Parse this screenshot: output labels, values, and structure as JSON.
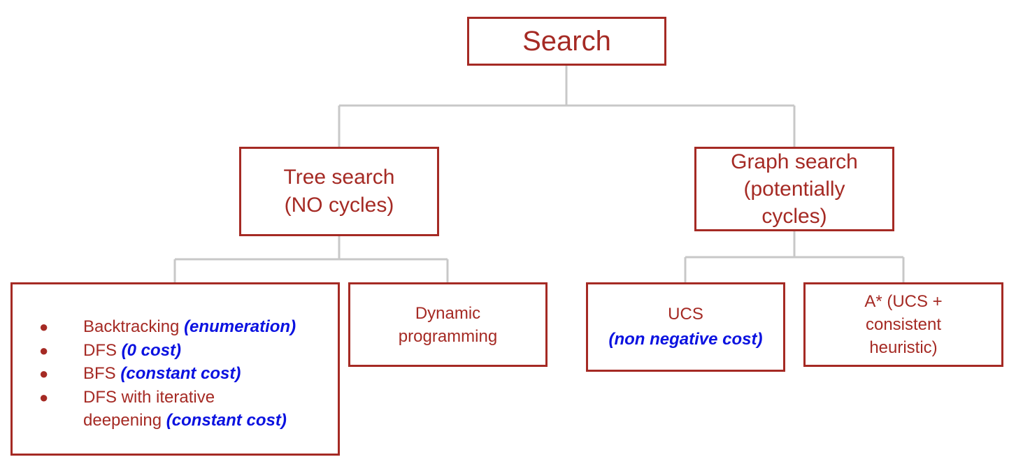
{
  "diagram": {
    "root": {
      "label": "Search"
    },
    "tree_search": {
      "lines": [
        "Tree search",
        "(NO cycles)"
      ]
    },
    "graph_search": {
      "lines": [
        "Graph search",
        "(potentially",
        "cycles)"
      ]
    },
    "tree_algorithms": [
      {
        "text": "Backtracking",
        "note": "(enumeration)"
      },
      {
        "text": "DFS",
        "note": "(0 cost)"
      },
      {
        "text": "BFS",
        "note": "(constant cost)"
      },
      {
        "text": "DFS with iterative",
        "text2": "deepening",
        "note": "(constant cost)"
      }
    ],
    "dynamic_programming": {
      "lines": [
        "Dynamic",
        "programming"
      ]
    },
    "ucs": {
      "label": "UCS",
      "note": "(non negative cost)"
    },
    "astar": {
      "lines": [
        "A* (UCS +",
        "consistent",
        "heuristic)"
      ]
    },
    "bullet_glyph": "●",
    "colors": {
      "text": "#a52a24",
      "border": "#a52a24",
      "highlight": "#0b12e0",
      "connector": "#c8c8c8"
    }
  }
}
